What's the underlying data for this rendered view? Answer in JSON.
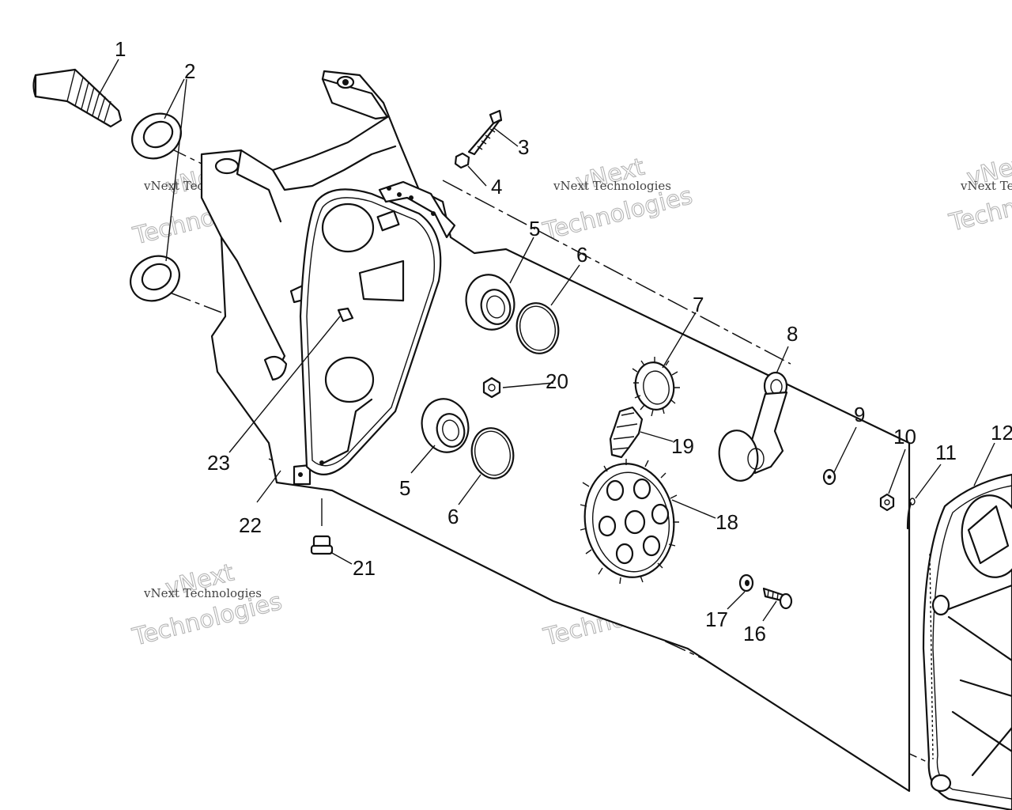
{
  "diagram": {
    "callouts": [
      {
        "id": "c1",
        "text": "1"
      },
      {
        "id": "c2",
        "text": "2"
      },
      {
        "id": "c3",
        "text": "3"
      },
      {
        "id": "c4",
        "text": "4"
      },
      {
        "id": "c5a",
        "text": "5"
      },
      {
        "id": "c6a",
        "text": "6"
      },
      {
        "id": "c7",
        "text": "7"
      },
      {
        "id": "c8",
        "text": "8"
      },
      {
        "id": "c9",
        "text": "9"
      },
      {
        "id": "c10",
        "text": "10"
      },
      {
        "id": "c11",
        "text": "11"
      },
      {
        "id": "c12",
        "text": "12"
      },
      {
        "id": "c16",
        "text": "16"
      },
      {
        "id": "c17",
        "text": "17"
      },
      {
        "id": "c18",
        "text": "18"
      },
      {
        "id": "c19",
        "text": "19"
      },
      {
        "id": "c20",
        "text": "20"
      },
      {
        "id": "c21",
        "text": "21"
      },
      {
        "id": "c22",
        "text": "22"
      },
      {
        "id": "c23",
        "text": "23"
      },
      {
        "id": "c5b",
        "text": "5"
      },
      {
        "id": "c6b",
        "text": "6"
      }
    ],
    "watermark": {
      "small": "vNext Technologies",
      "top": "vNext",
      "bottom": "Technologies"
    }
  }
}
